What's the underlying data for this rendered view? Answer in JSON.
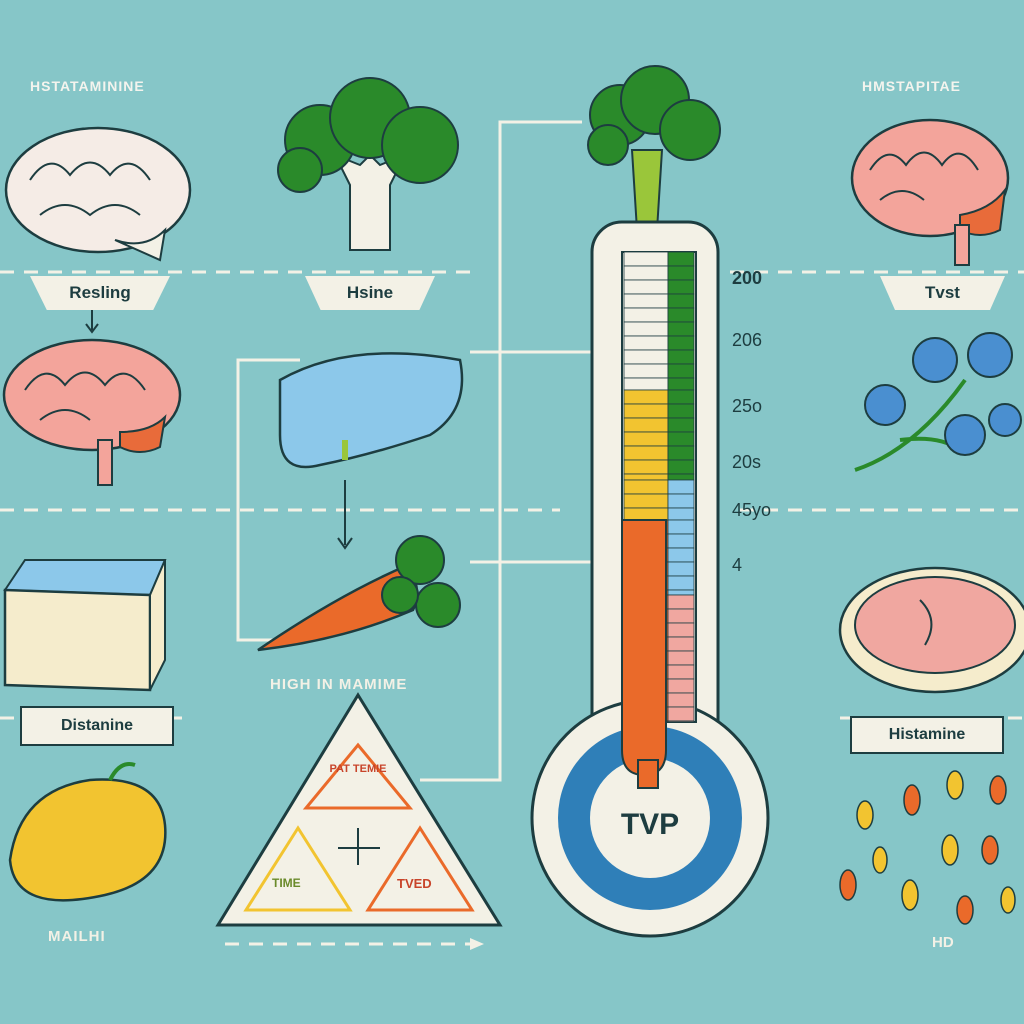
{
  "labels": {
    "top_left": "HSTATAMININE",
    "top_right": "HMSTAPITAE",
    "brain_tag": "Resling",
    "broccoli_tag": "Hsine",
    "right_tag": "Tvst",
    "middle_caption": "HIGH IN MAMIME",
    "cheese_tag": "Distanine",
    "meat_tag": "Histamine",
    "bottom_left": "MAILHI",
    "bottom_right": "HD"
  },
  "pyramid": {
    "top": "PAT TEMIE",
    "left": "TIME",
    "right": "TVED"
  },
  "thermometer": {
    "bulb_label": "TVP",
    "scale": [
      "200",
      "206",
      "25o",
      "20s",
      "45yo",
      "4"
    ]
  },
  "colors": {
    "background": "#86c6c8",
    "green": "#2a8a2a",
    "yellow": "#f2c430",
    "orange": "#ea6a2a",
    "blue": "#2f7fb8"
  }
}
